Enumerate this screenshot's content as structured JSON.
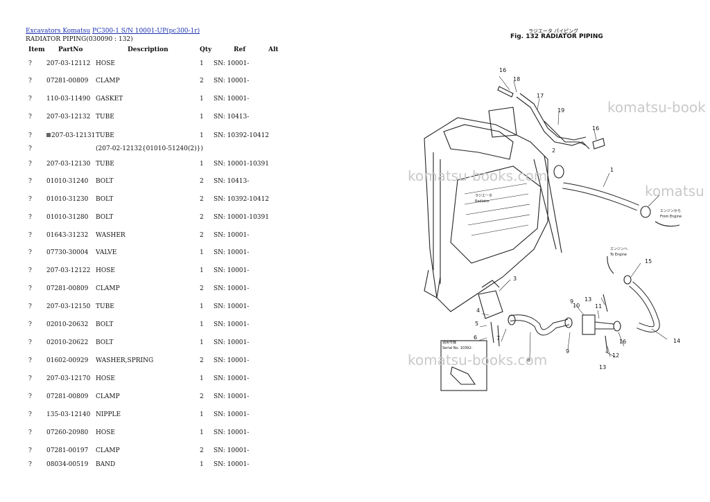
{
  "breadcrumb": {
    "link1": "Excavators Komatsu",
    "link2": "PC300-1 S/N 10001-UP(pc300-1r)"
  },
  "subtitle": "RADIATOR PIPING(030090 : 132)",
  "columns": {
    "item": "Item",
    "partno": "PartNo",
    "description": "Description",
    "qty": "Qty",
    "ref": "Ref",
    "alt": "Alt"
  },
  "rows": [
    {
      "item": "?",
      "partno": "207-03-12112",
      "desc": "HOSE",
      "qty": "1",
      "ref": "SN: 10001-"
    },
    {
      "item": "?",
      "partno": "07281-00809",
      "desc": "CLAMP",
      "qty": "2",
      "ref": "SN: 10001-"
    },
    {
      "item": "?",
      "partno": "110-03-11490",
      "desc": "GASKET",
      "qty": "1",
      "ref": "SN: 10001-"
    },
    {
      "item": "?",
      "partno": "207-03-12132",
      "desc": "TUBE",
      "qty": "1",
      "ref": "SN: 10413-"
    },
    {
      "item": "?",
      "partno": "207-03-12131",
      "desc": "TUBE",
      "qty": "1",
      "ref": "SN: 10392-10412",
      "marked": true
    },
    {
      "item": "?",
      "partno": "",
      "desc": "(207-02-12132{01010-51240(2)})",
      "qty": "",
      "ref": ""
    },
    {
      "item": "?",
      "partno": "207-03-12130",
      "desc": "TUBE",
      "qty": "1",
      "ref": "SN: 10001-10391"
    },
    {
      "item": "?",
      "partno": "01010-31240",
      "desc": "BOLT",
      "qty": "2",
      "ref": "SN: 10413-"
    },
    {
      "item": "?",
      "partno": "01010-31230",
      "desc": "BOLT",
      "qty": "2",
      "ref": "SN: 10392-10412"
    },
    {
      "item": "?",
      "partno": "01010-31280",
      "desc": "BOLT",
      "qty": "2",
      "ref": "SN: 10001-10391"
    },
    {
      "item": "?",
      "partno": "01643-31232",
      "desc": "WASHER",
      "qty": "2",
      "ref": "SN: 10001-"
    },
    {
      "item": "?",
      "partno": "07730-30004",
      "desc": "VALVE",
      "qty": "1",
      "ref": "SN: 10001-"
    },
    {
      "item": "?",
      "partno": "207-03-12122",
      "desc": "HOSE",
      "qty": "1",
      "ref": "SN: 10001-"
    },
    {
      "item": "?",
      "partno": "07281-00809",
      "desc": "CLAMP",
      "qty": "2",
      "ref": "SN: 10001-"
    },
    {
      "item": "?",
      "partno": "207-03-12150",
      "desc": "TUBE",
      "qty": "1",
      "ref": "SN: 10001-"
    },
    {
      "item": "?",
      "partno": "02010-20632",
      "desc": "BOLT",
      "qty": "1",
      "ref": "SN: 10001-"
    },
    {
      "item": "?",
      "partno": "02010-20622",
      "desc": "BOLT",
      "qty": "1",
      "ref": "SN: 10001-"
    },
    {
      "item": "?",
      "partno": "01602-00929",
      "desc": "WASHER,SPRING",
      "qty": "2",
      "ref": "SN: 10001-"
    },
    {
      "item": "?",
      "partno": "207-03-12170",
      "desc": "HOSE",
      "qty": "1",
      "ref": "SN: 10001-"
    },
    {
      "item": "?",
      "partno": "07281-00809",
      "desc": "CLAMP",
      "qty": "2",
      "ref": "SN: 10001-"
    },
    {
      "item": "?",
      "partno": "135-03-12140",
      "desc": "NIPPLE",
      "qty": "1",
      "ref": "SN: 10001-"
    },
    {
      "item": "?",
      "partno": "07260-20980",
      "desc": "HOSE",
      "qty": "1",
      "ref": "SN: 10001-"
    },
    {
      "item": "?",
      "partno": "07281-00197",
      "desc": "CLAMP",
      "qty": "2",
      "ref": "SN: 10001-"
    },
    {
      "item": "?",
      "partno": "08034-00519",
      "desc": "BAND",
      "qty": "1",
      "ref": "SN: 10001-"
    }
  ],
  "diagram": {
    "title_jp": "ラジエータ パイピング",
    "title": "Fig. 132 RADIATOR PIPING",
    "watermarks": [
      "komatsu-books.com",
      "komatsu-books.com",
      "komatsu-book",
      "komatsu"
    ],
    "labels": {
      "radiator_jp": "ラジエータ",
      "radiator": "Radiator",
      "from_engine_jp": "エンジンから",
      "from_engine": "From Engine",
      "to_engine_jp": "エンジンへ",
      "to_engine": "To Engine",
      "serial_jp": "適用号機",
      "serial": "Serial No. 10392-"
    },
    "callouts": [
      "1",
      "2",
      "3",
      "4",
      "5",
      "6",
      "7",
      "8",
      "9",
      "9",
      "10",
      "11",
      "12",
      "13",
      "13",
      "14",
      "15",
      "16",
      "16",
      "16",
      "17",
      "18",
      "19"
    ]
  }
}
